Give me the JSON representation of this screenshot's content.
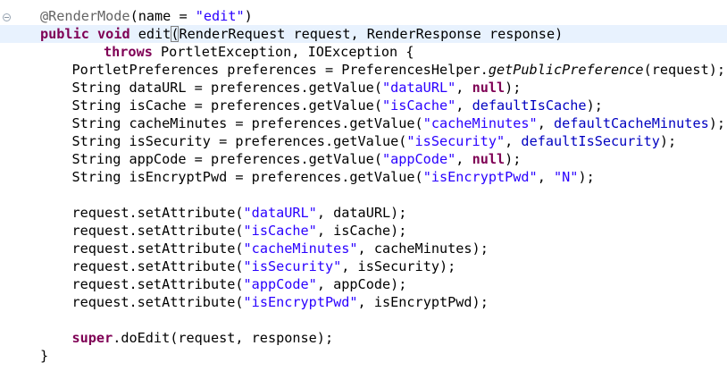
{
  "editor": {
    "current_line": 1,
    "lines": [
      {
        "indent": 0,
        "tokens": [
          {
            "t": "@RenderMode",
            "c": "ann"
          },
          {
            "t": "(name = "
          },
          {
            "t": "\"edit\"",
            "c": "str"
          },
          {
            "t": ")"
          }
        ]
      },
      {
        "indent": 0,
        "tokens": [
          {
            "t": "public",
            "c": "kw"
          },
          {
            "t": " "
          },
          {
            "t": "void",
            "c": "kw"
          },
          {
            "t": " edit"
          },
          {
            "t": "(",
            "c": "bracket"
          },
          {
            "t": "RenderRequest request, RenderResponse response)"
          }
        ]
      },
      {
        "indent": 2,
        "tokens": [
          {
            "t": "throws",
            "c": "kw"
          },
          {
            "t": " PortletException, IOException {"
          }
        ]
      },
      {
        "indent": 1,
        "tokens": [
          {
            "t": "PortletPreferences preferences = PreferencesHelper."
          },
          {
            "t": "getPublicPreference",
            "c": "ital"
          },
          {
            "t": "(request);"
          }
        ]
      },
      {
        "indent": 1,
        "tokens": [
          {
            "t": "String dataURL = preferences.getValue("
          },
          {
            "t": "\"dataURL\"",
            "c": "str"
          },
          {
            "t": ", "
          },
          {
            "t": "null",
            "c": "kw"
          },
          {
            "t": ");"
          }
        ]
      },
      {
        "indent": 1,
        "tokens": [
          {
            "t": "String isCache = preferences.getValue("
          },
          {
            "t": "\"isCache\"",
            "c": "str"
          },
          {
            "t": ", "
          },
          {
            "t": "defaultIsCache",
            "c": "fld"
          },
          {
            "t": ");"
          }
        ]
      },
      {
        "indent": 1,
        "tokens": [
          {
            "t": "String cacheMinutes = preferences.getValue("
          },
          {
            "t": "\"cacheMinutes\"",
            "c": "str"
          },
          {
            "t": ", "
          },
          {
            "t": "defaultCacheMinutes",
            "c": "fld"
          },
          {
            "t": ");"
          }
        ]
      },
      {
        "indent": 1,
        "tokens": [
          {
            "t": "String isSecurity = preferences.getValue("
          },
          {
            "t": "\"isSecurity\"",
            "c": "str"
          },
          {
            "t": ", "
          },
          {
            "t": "defaultIsSecurity",
            "c": "fld"
          },
          {
            "t": ");"
          }
        ]
      },
      {
        "indent": 1,
        "tokens": [
          {
            "t": "String appCode = preferences.getValue("
          },
          {
            "t": "\"appCode\"",
            "c": "str"
          },
          {
            "t": ", "
          },
          {
            "t": "null",
            "c": "kw"
          },
          {
            "t": ");"
          }
        ]
      },
      {
        "indent": 1,
        "tokens": [
          {
            "t": "String isEncryptPwd = preferences.getValue("
          },
          {
            "t": "\"isEncryptPwd\"",
            "c": "str"
          },
          {
            "t": ", "
          },
          {
            "t": "\"N\"",
            "c": "str"
          },
          {
            "t": ");"
          }
        ]
      },
      {
        "indent": 1,
        "tokens": []
      },
      {
        "indent": 1,
        "tokens": [
          {
            "t": "request.setAttribute("
          },
          {
            "t": "\"dataURL\"",
            "c": "str"
          },
          {
            "t": ", dataURL);"
          }
        ]
      },
      {
        "indent": 1,
        "tokens": [
          {
            "t": "request.setAttribute("
          },
          {
            "t": "\"isCache\"",
            "c": "str"
          },
          {
            "t": ", isCache);"
          }
        ]
      },
      {
        "indent": 1,
        "tokens": [
          {
            "t": "request.setAttribute("
          },
          {
            "t": "\"cacheMinutes\"",
            "c": "str"
          },
          {
            "t": ", cacheMinutes);"
          }
        ]
      },
      {
        "indent": 1,
        "tokens": [
          {
            "t": "request.setAttribute("
          },
          {
            "t": "\"isSecurity\"",
            "c": "str"
          },
          {
            "t": ", isSecurity);"
          }
        ]
      },
      {
        "indent": 1,
        "tokens": [
          {
            "t": "request.setAttribute("
          },
          {
            "t": "\"appCode\"",
            "c": "str"
          },
          {
            "t": ", appCode);"
          }
        ]
      },
      {
        "indent": 1,
        "tokens": [
          {
            "t": "request.setAttribute("
          },
          {
            "t": "\"isEncryptPwd\"",
            "c": "str"
          },
          {
            "t": ", isEncryptPwd);"
          }
        ]
      },
      {
        "indent": 1,
        "tokens": []
      },
      {
        "indent": 1,
        "tokens": [
          {
            "t": "super",
            "c": "kw"
          },
          {
            "t": ".doEdit(request, response);"
          }
        ]
      },
      {
        "indent": 0,
        "tokens": [
          {
            "t": "}"
          }
        ]
      }
    ]
  },
  "colors": {
    "keyword": "#7f0055",
    "string": "#2a00ff",
    "field": "#0000c0",
    "annotation": "#646464",
    "current_line": "#e8f2fe"
  },
  "icons": {
    "fold": "collapse-fold-icon"
  }
}
